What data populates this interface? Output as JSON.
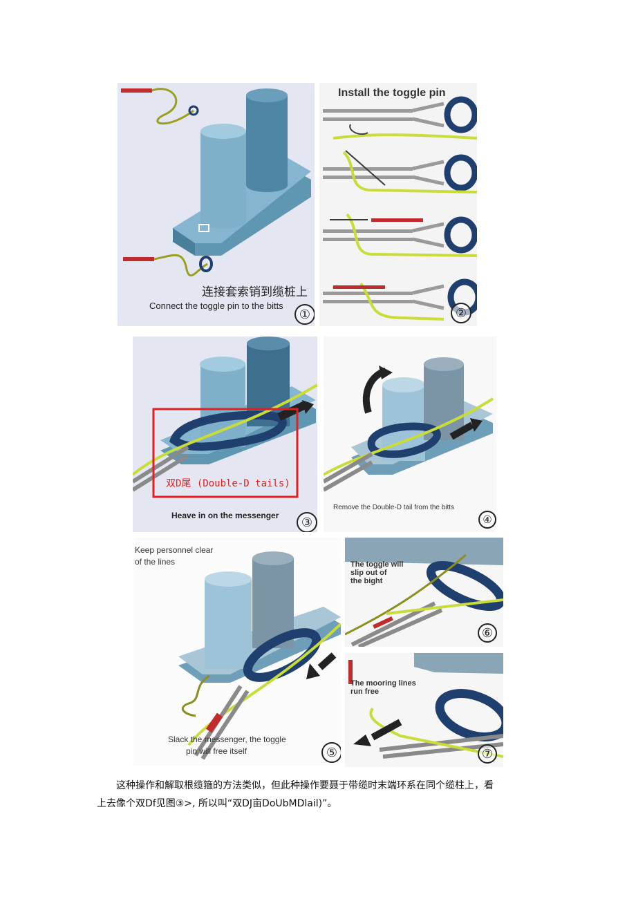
{
  "panel1": {
    "caption_zh": "连接套索销到缆桩上",
    "caption_en": "Connect the toggle pin to the bitts",
    "step": "①"
  },
  "panel2": {
    "title": "Install the toggle pin",
    "step": "②"
  },
  "panel3": {
    "box_label": "双D尾 (Double-D tails)",
    "caption": "Heave in on the messenger",
    "step": "③"
  },
  "panel4": {
    "caption": "Remove the Double-D tail from the bitts",
    "step": "④"
  },
  "panel5": {
    "warning_line1": "Keep personnel clear",
    "warning_line2": "of the lines",
    "caption_line1": "Slack the messenger, the toggle",
    "caption_line2": "pin will free itself",
    "step": "⑤"
  },
  "panel6": {
    "caption_line1": "The toggle will",
    "caption_line2": "slip out of",
    "caption_line3": "the bight",
    "step": "⑥"
  },
  "panel7": {
    "caption_line1": "The mooring lines",
    "caption_line2": "run free",
    "step": "⑦"
  },
  "paragraph": {
    "line1": "这种操作和解取根缆箍的方法类似，但此种操作要聂于带缆时末端环系在同个缆柱上，看",
    "line2": "上去像个双Df见图③>, 所以叫“双DJ亩DoUbMDlail)”。"
  },
  "colors": {
    "bitt_light": "#7fb0c9",
    "bitt_dark": "#3f6f8e",
    "rope_yellow": "#c9dc3a",
    "rope_olive": "#8a8f1e",
    "loop_navy": "#1f3f6e",
    "red_box": "#e02020"
  }
}
